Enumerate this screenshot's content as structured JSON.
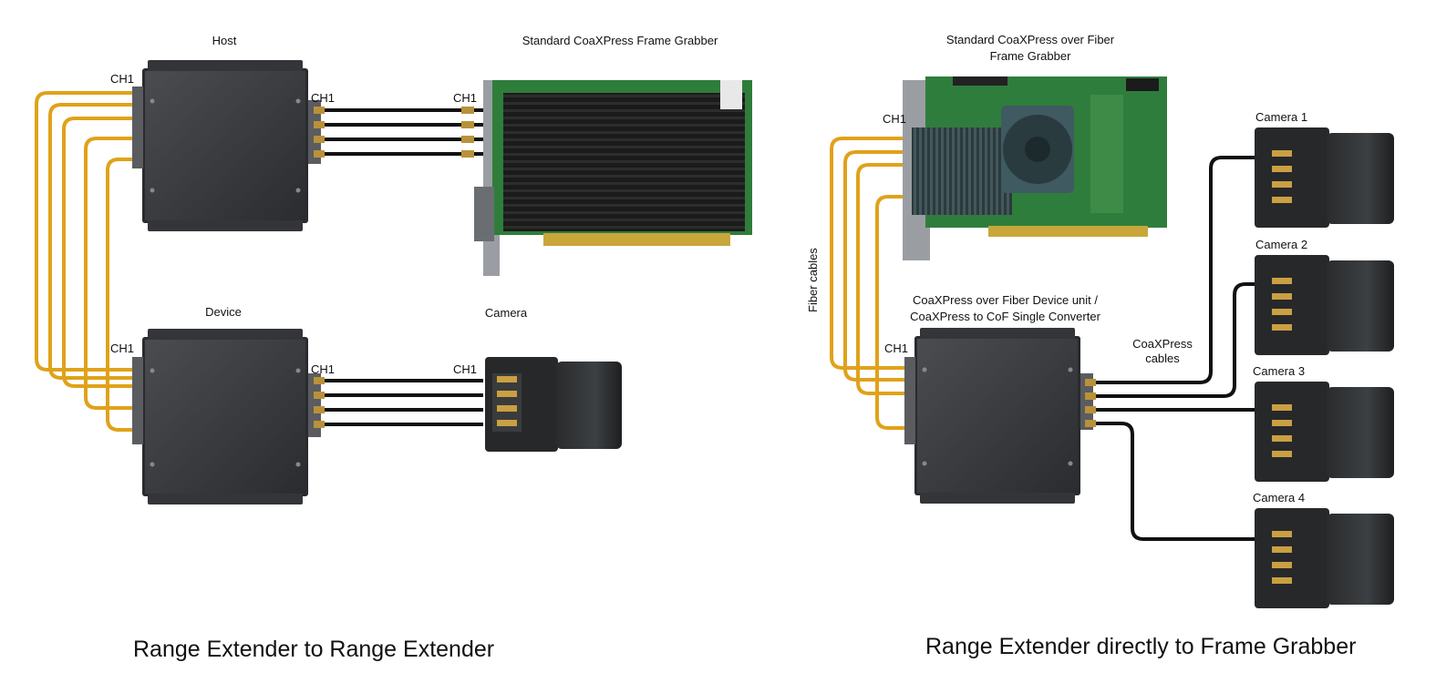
{
  "left_panel": {
    "host_label": "Host",
    "frame_grabber_label": "Standard CoaXPress Frame Grabber",
    "device_label": "Device",
    "camera_label": "Camera",
    "ch_host_left": "CH1",
    "ch_host_right": "CH1",
    "ch_grabber": "CH1",
    "ch_device_left": "CH1",
    "ch_device_right": "CH1",
    "ch_camera": "CH1",
    "caption": "Range Extender to Range Extender"
  },
  "right_panel": {
    "grabber_label_line1": "Standard CoaXPress over Fiber",
    "grabber_label_line2": "Frame Grabber",
    "ch_grabber": "CH1",
    "fiber_cables_label": "Fiber cables",
    "device_label_line1": "CoaXPress over Fiber Device unit /",
    "device_label_line2": "CoaXPress to CoF Single Converter",
    "ch_device": "CH1",
    "coax_cables_line1": "CoaXPress",
    "coax_cables_line2": "cables",
    "camera_1": "Camera 1",
    "camera_2": "Camera 2",
    "camera_3": "Camera 3",
    "camera_4": "Camera 4",
    "caption": "Range Extender directly to Frame Grabber"
  },
  "colors": {
    "fiber": "#e0a21a",
    "coax": "#111111",
    "box": "#3b3d40",
    "board_green": "#2e7d3a",
    "heatsink": "#1c1c1c"
  }
}
